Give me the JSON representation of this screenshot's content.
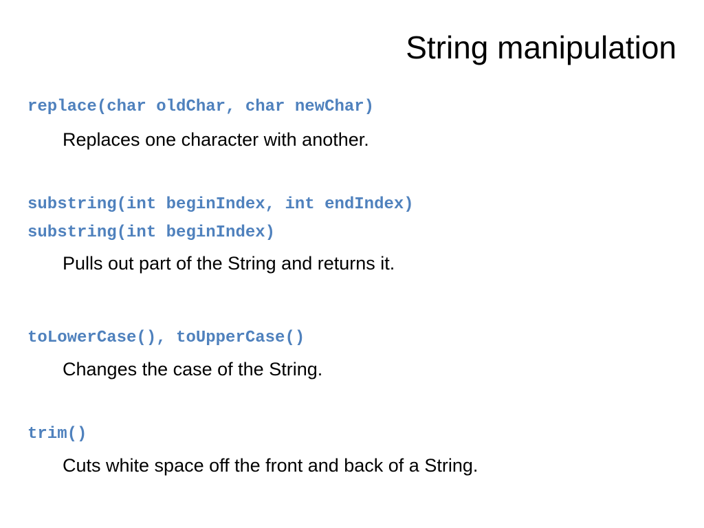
{
  "slide": {
    "title": "String manipulation",
    "code_color": "#4f81bd",
    "entries": [
      {
        "signature": "replace(char oldChar, char newChar)",
        "description": "Replaces one character with another."
      },
      {
        "signature_1": "substring(int beginIndex, int endIndex)",
        "signature_2": "substring(int beginIndex)",
        "description": "Pulls out part of the String and returns it."
      },
      {
        "signature": "toLowerCase(), toUpperCase()",
        "description": "Changes the case of the String."
      },
      {
        "signature": "trim()",
        "description": "Cuts white space off the front and back of a String."
      }
    ]
  }
}
